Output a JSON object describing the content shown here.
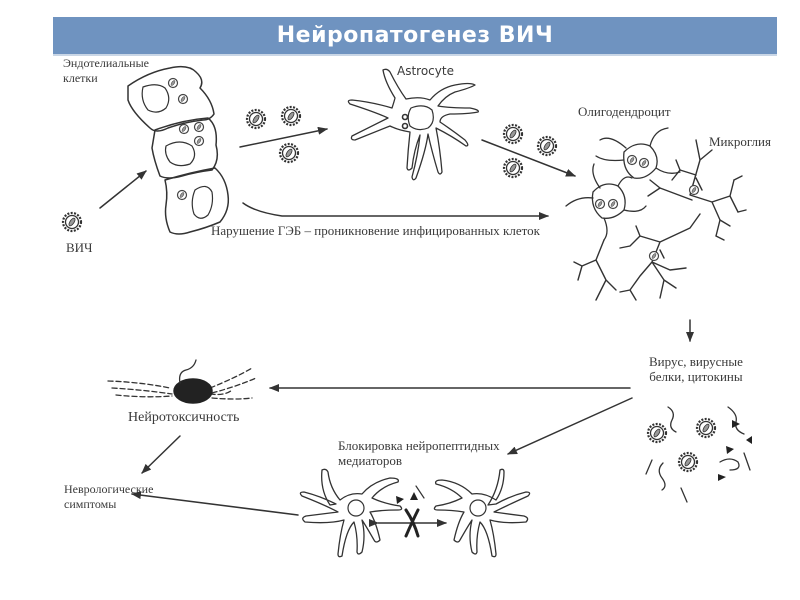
{
  "title": "Нейропатогенез ВИЧ",
  "labels": {
    "endothelial": [
      "Эндотелиальные",
      "клетки"
    ],
    "hiv": "ВИЧ",
    "astrocyte": "Astrocyte",
    "oligodendrocyte": "Олигодендроцит",
    "microglia": "Микроглия",
    "bbb": "Нарушение ГЭБ – проникновение инфицированных клеток",
    "virus_proteins": [
      "Вирус, вирусные",
      "белки, цитокины"
    ],
    "neurotoxicity": "Нейротоксичность",
    "blocking": [
      "Блокировка нейропептидных",
      "медиаторов"
    ],
    "neuro_symptoms": [
      "Неврологические",
      "симптомы"
    ]
  },
  "colors": {
    "title_bar": "#6f93c0",
    "title_text": "#ffffff",
    "line": "#333333"
  }
}
